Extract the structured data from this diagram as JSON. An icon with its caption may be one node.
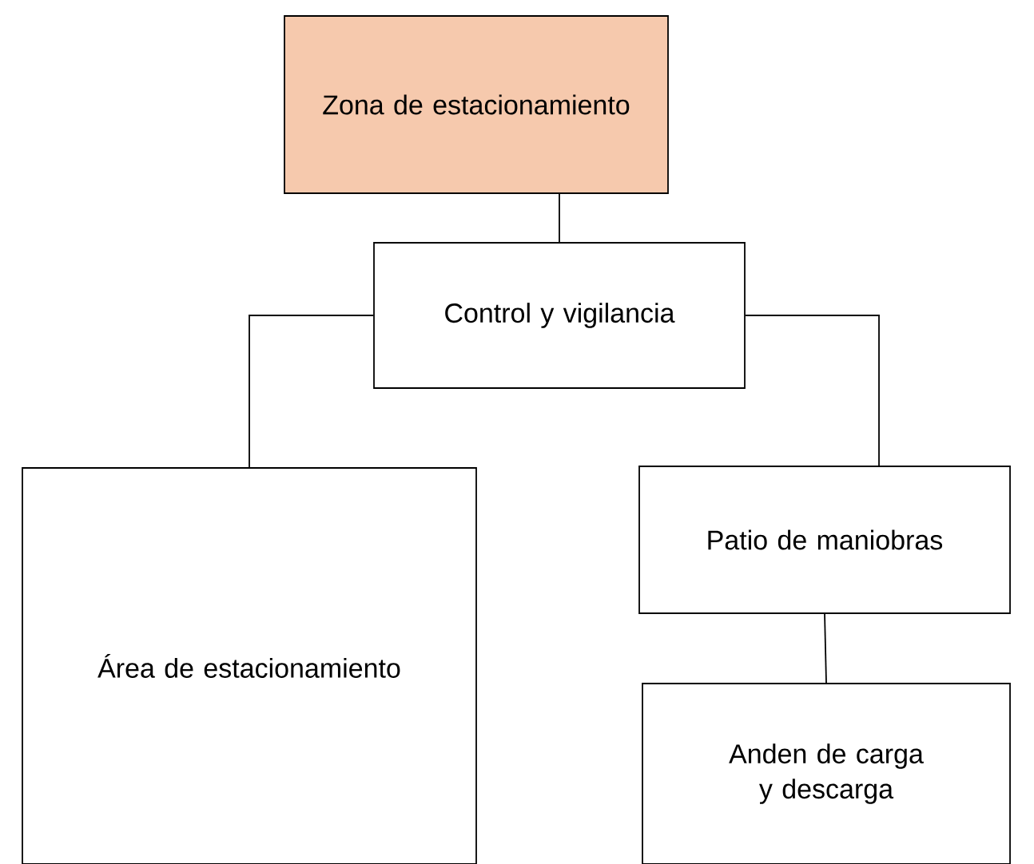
{
  "diagram": {
    "nodes": [
      {
        "text": [
          "Zona de estacionamiento"
        ]
      },
      {
        "text": [
          "Control y vigilancia"
        ]
      },
      {
        "text": [
          "Área de estacionamiento"
        ]
      },
      {
        "text": [
          "Patio de maniobras"
        ]
      },
      {
        "text": [
          "Anden de carga y descarga"
        ]
      }
    ],
    "edges": [
      {
        "from": 0,
        "to": 1,
        "arrow": "none"
      },
      {
        "from": 1,
        "to": 2,
        "arrow": "none"
      },
      {
        "from": 1,
        "to": 3,
        "arrow": "none"
      },
      {
        "from": 3,
        "to": 4,
        "arrow": "none"
      }
    ]
  }
}
